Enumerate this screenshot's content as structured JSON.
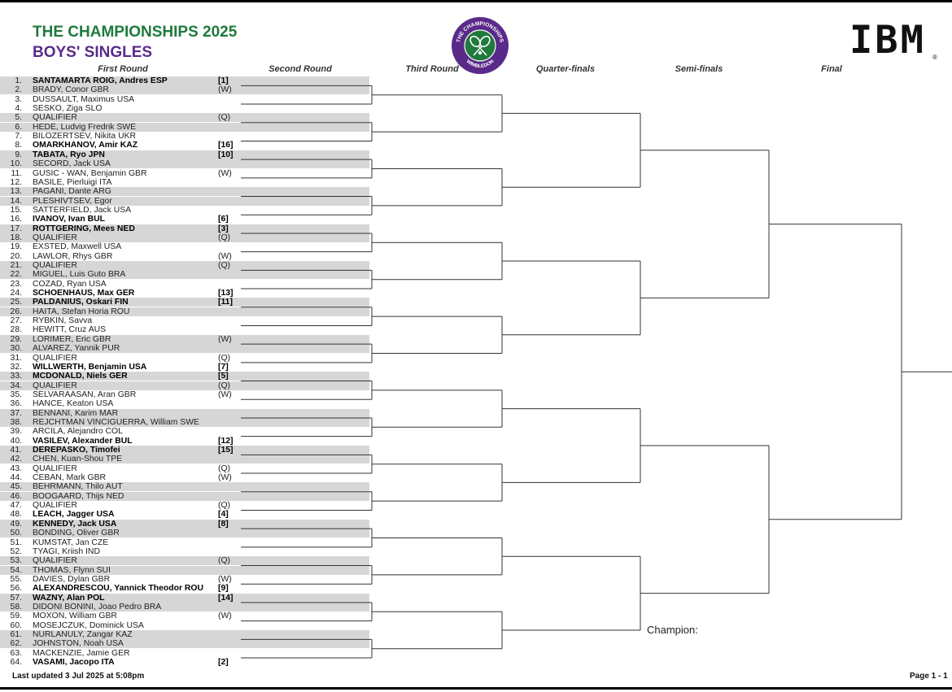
{
  "header": {
    "title": "THE CHAMPIONSHIPS 2025",
    "subtitle": "BOYS' SINGLES",
    "logo_text_top": "THE CHAMPIONSHIPS",
    "logo_text_bottom": "WIMBLEDON",
    "sponsor": "IBM",
    "sponsor_mark": "®"
  },
  "rounds": [
    "First Round",
    "Second Round",
    "Third Round",
    "Quarter-finals",
    "Semi-finals",
    "Final"
  ],
  "draw": [
    {
      "num": "1.",
      "name": "SANTAMARTA ROIG, Andres ESP",
      "tag": "[1]",
      "seeded": true
    },
    {
      "num": "2.",
      "name": "BRADY, Conor GBR",
      "tag": "(W)",
      "seeded": false
    },
    {
      "num": "3.",
      "name": "DUSSAULT, Maximus USA",
      "tag": "",
      "seeded": false
    },
    {
      "num": "4.",
      "name": "SESKO, Ziga SLO",
      "tag": "",
      "seeded": false
    },
    {
      "num": "5.",
      "name": "QUALIFIER",
      "tag": "(Q)",
      "seeded": false
    },
    {
      "num": "6.",
      "name": "HEDE, Ludvig Fredrik SWE",
      "tag": "",
      "seeded": false
    },
    {
      "num": "7.",
      "name": "BILOZERTSEV, Nikita UKR",
      "tag": "",
      "seeded": false
    },
    {
      "num": "8.",
      "name": "OMARKHANOV, Amir KAZ",
      "tag": "[16]",
      "seeded": true
    },
    {
      "num": "9.",
      "name": "TABATA, Ryo JPN",
      "tag": "[10]",
      "seeded": true
    },
    {
      "num": "10.",
      "name": "SECORD, Jack USA",
      "tag": "",
      "seeded": false
    },
    {
      "num": "11.",
      "name": "GUSIC - WAN, Benjamin GBR",
      "tag": "(W)",
      "seeded": false
    },
    {
      "num": "12.",
      "name": "BASILE, Pierluigi ITA",
      "tag": "",
      "seeded": false
    },
    {
      "num": "13.",
      "name": "PAGANI, Dante ARG",
      "tag": "",
      "seeded": false
    },
    {
      "num": "14.",
      "name": "PLESHIVTSEV, Egor",
      "tag": "",
      "seeded": false
    },
    {
      "num": "15.",
      "name": "SATTERFIELD, Jack USA",
      "tag": "",
      "seeded": false
    },
    {
      "num": "16.",
      "name": "IVANOV, Ivan BUL",
      "tag": "[6]",
      "seeded": true
    },
    {
      "num": "17.",
      "name": "ROTTGERING, Mees NED",
      "tag": "[3]",
      "seeded": true
    },
    {
      "num": "18.",
      "name": "QUALIFIER",
      "tag": "(Q)",
      "seeded": false
    },
    {
      "num": "19.",
      "name": "EXSTED, Maxwell USA",
      "tag": "",
      "seeded": false
    },
    {
      "num": "20.",
      "name": "LAWLOR, Rhys GBR",
      "tag": "(W)",
      "seeded": false
    },
    {
      "num": "21.",
      "name": "QUALIFIER",
      "tag": "(Q)",
      "seeded": false
    },
    {
      "num": "22.",
      "name": "MIGUEL, Luis Guto BRA",
      "tag": "",
      "seeded": false
    },
    {
      "num": "23.",
      "name": "COZAD, Ryan USA",
      "tag": "",
      "seeded": false
    },
    {
      "num": "24.",
      "name": "SCHOENHAUS, Max GER",
      "tag": "[13]",
      "seeded": true
    },
    {
      "num": "25.",
      "name": "PALDANIUS, Oskari FIN",
      "tag": "[11]",
      "seeded": true
    },
    {
      "num": "26.",
      "name": "HAITA, Stefan Horia ROU",
      "tag": "",
      "seeded": false
    },
    {
      "num": "27.",
      "name": "RYBKIN, Savva",
      "tag": "",
      "seeded": false
    },
    {
      "num": "28.",
      "name": "HEWITT, Cruz AUS",
      "tag": "",
      "seeded": false
    },
    {
      "num": "29.",
      "name": "LORIMER, Eric GBR",
      "tag": "(W)",
      "seeded": false
    },
    {
      "num": "30.",
      "name": "ALVAREZ, Yannik PUR",
      "tag": "",
      "seeded": false
    },
    {
      "num": "31.",
      "name": "QUALIFIER",
      "tag": "(Q)",
      "seeded": false
    },
    {
      "num": "32.",
      "name": "WILLWERTH, Benjamin USA",
      "tag": "[7]",
      "seeded": true
    },
    {
      "num": "33.",
      "name": "MCDONALD, Niels GER",
      "tag": "[5]",
      "seeded": true
    },
    {
      "num": "34.",
      "name": "QUALIFIER",
      "tag": "(Q)",
      "seeded": false
    },
    {
      "num": "35.",
      "name": "SELVARAASAN, Aran GBR",
      "tag": "(W)",
      "seeded": false
    },
    {
      "num": "36.",
      "name": "HANCE, Keaton USA",
      "tag": "",
      "seeded": false
    },
    {
      "num": "37.",
      "name": "BENNANI, Karim MAR",
      "tag": "",
      "seeded": false
    },
    {
      "num": "38.",
      "name": "REJCHTMAN VINCIGUERRA, William SWE",
      "tag": "",
      "seeded": false
    },
    {
      "num": "39.",
      "name": "ARCILA, Alejandro COL",
      "tag": "",
      "seeded": false
    },
    {
      "num": "40.",
      "name": "VASILEV, Alexander BUL",
      "tag": "[12]",
      "seeded": true
    },
    {
      "num": "41.",
      "name": "DEREPASKO, Timofei",
      "tag": "[15]",
      "seeded": true
    },
    {
      "num": "42.",
      "name": "CHEN, Kuan-Shou TPE",
      "tag": "",
      "seeded": false
    },
    {
      "num": "43.",
      "name": "QUALIFIER",
      "tag": "(Q)",
      "seeded": false
    },
    {
      "num": "44.",
      "name": "CEBAN, Mark GBR",
      "tag": "(W)",
      "seeded": false
    },
    {
      "num": "45.",
      "name": "BEHRMANN, Thilo AUT",
      "tag": "",
      "seeded": false
    },
    {
      "num": "46.",
      "name": "BOOGAARD, Thijs NED",
      "tag": "",
      "seeded": false
    },
    {
      "num": "47.",
      "name": "QUALIFIER",
      "tag": "(Q)",
      "seeded": false
    },
    {
      "num": "48.",
      "name": "LEACH, Jagger USA",
      "tag": "[4]",
      "seeded": true
    },
    {
      "num": "49.",
      "name": "KENNEDY, Jack USA",
      "tag": "[8]",
      "seeded": true
    },
    {
      "num": "50.",
      "name": "BONDING, Oliver GBR",
      "tag": "",
      "seeded": false
    },
    {
      "num": "51.",
      "name": "KUMSTAT, Jan CZE",
      "tag": "",
      "seeded": false
    },
    {
      "num": "52.",
      "name": "TYAGI, Kriish IND",
      "tag": "",
      "seeded": false
    },
    {
      "num": "53.",
      "name": "QUALIFIER",
      "tag": "(Q)",
      "seeded": false
    },
    {
      "num": "54.",
      "name": "THOMAS, Flynn SUI",
      "tag": "",
      "seeded": false
    },
    {
      "num": "55.",
      "name": "DAVIES, Dylan GBR",
      "tag": "(W)",
      "seeded": false
    },
    {
      "num": "56.",
      "name": "ALEXANDRESCOU, Yannick Theodor ROU",
      "tag": "[9]",
      "seeded": true
    },
    {
      "num": "57.",
      "name": "WAZNY, Alan POL",
      "tag": "[14]",
      "seeded": true
    },
    {
      "num": "58.",
      "name": "DIDONI BONINI, Joao Pedro BRA",
      "tag": "",
      "seeded": false
    },
    {
      "num": "59.",
      "name": "MOXON, William GBR",
      "tag": "(W)",
      "seeded": false
    },
    {
      "num": "60.",
      "name": "MOSEJCZUK, Dominick USA",
      "tag": "",
      "seeded": false
    },
    {
      "num": "61.",
      "name": "NURLANULY, Zangar KAZ",
      "tag": "",
      "seeded": false
    },
    {
      "num": "62.",
      "name": "JOHNSTON, Noah USA",
      "tag": "",
      "seeded": false
    },
    {
      "num": "63.",
      "name": "MACKENZIE, Jamie GER",
      "tag": "",
      "seeded": false
    },
    {
      "num": "64.",
      "name": "VASAMI, Jacopo ITA",
      "tag": "[2]",
      "seeded": true
    }
  ],
  "champion_label": "Champion:",
  "footer": {
    "updated": "Last updated 3 Jul 2025 at 5:08pm",
    "page": "Page 1 - 1"
  },
  "colors": {
    "title": "#1f7a3c",
    "subtitle": "#5a2a8a",
    "logo_ring": "#5a2a8a",
    "logo_center": "#1f7a3c",
    "row_shade": "#d6d6d6"
  }
}
